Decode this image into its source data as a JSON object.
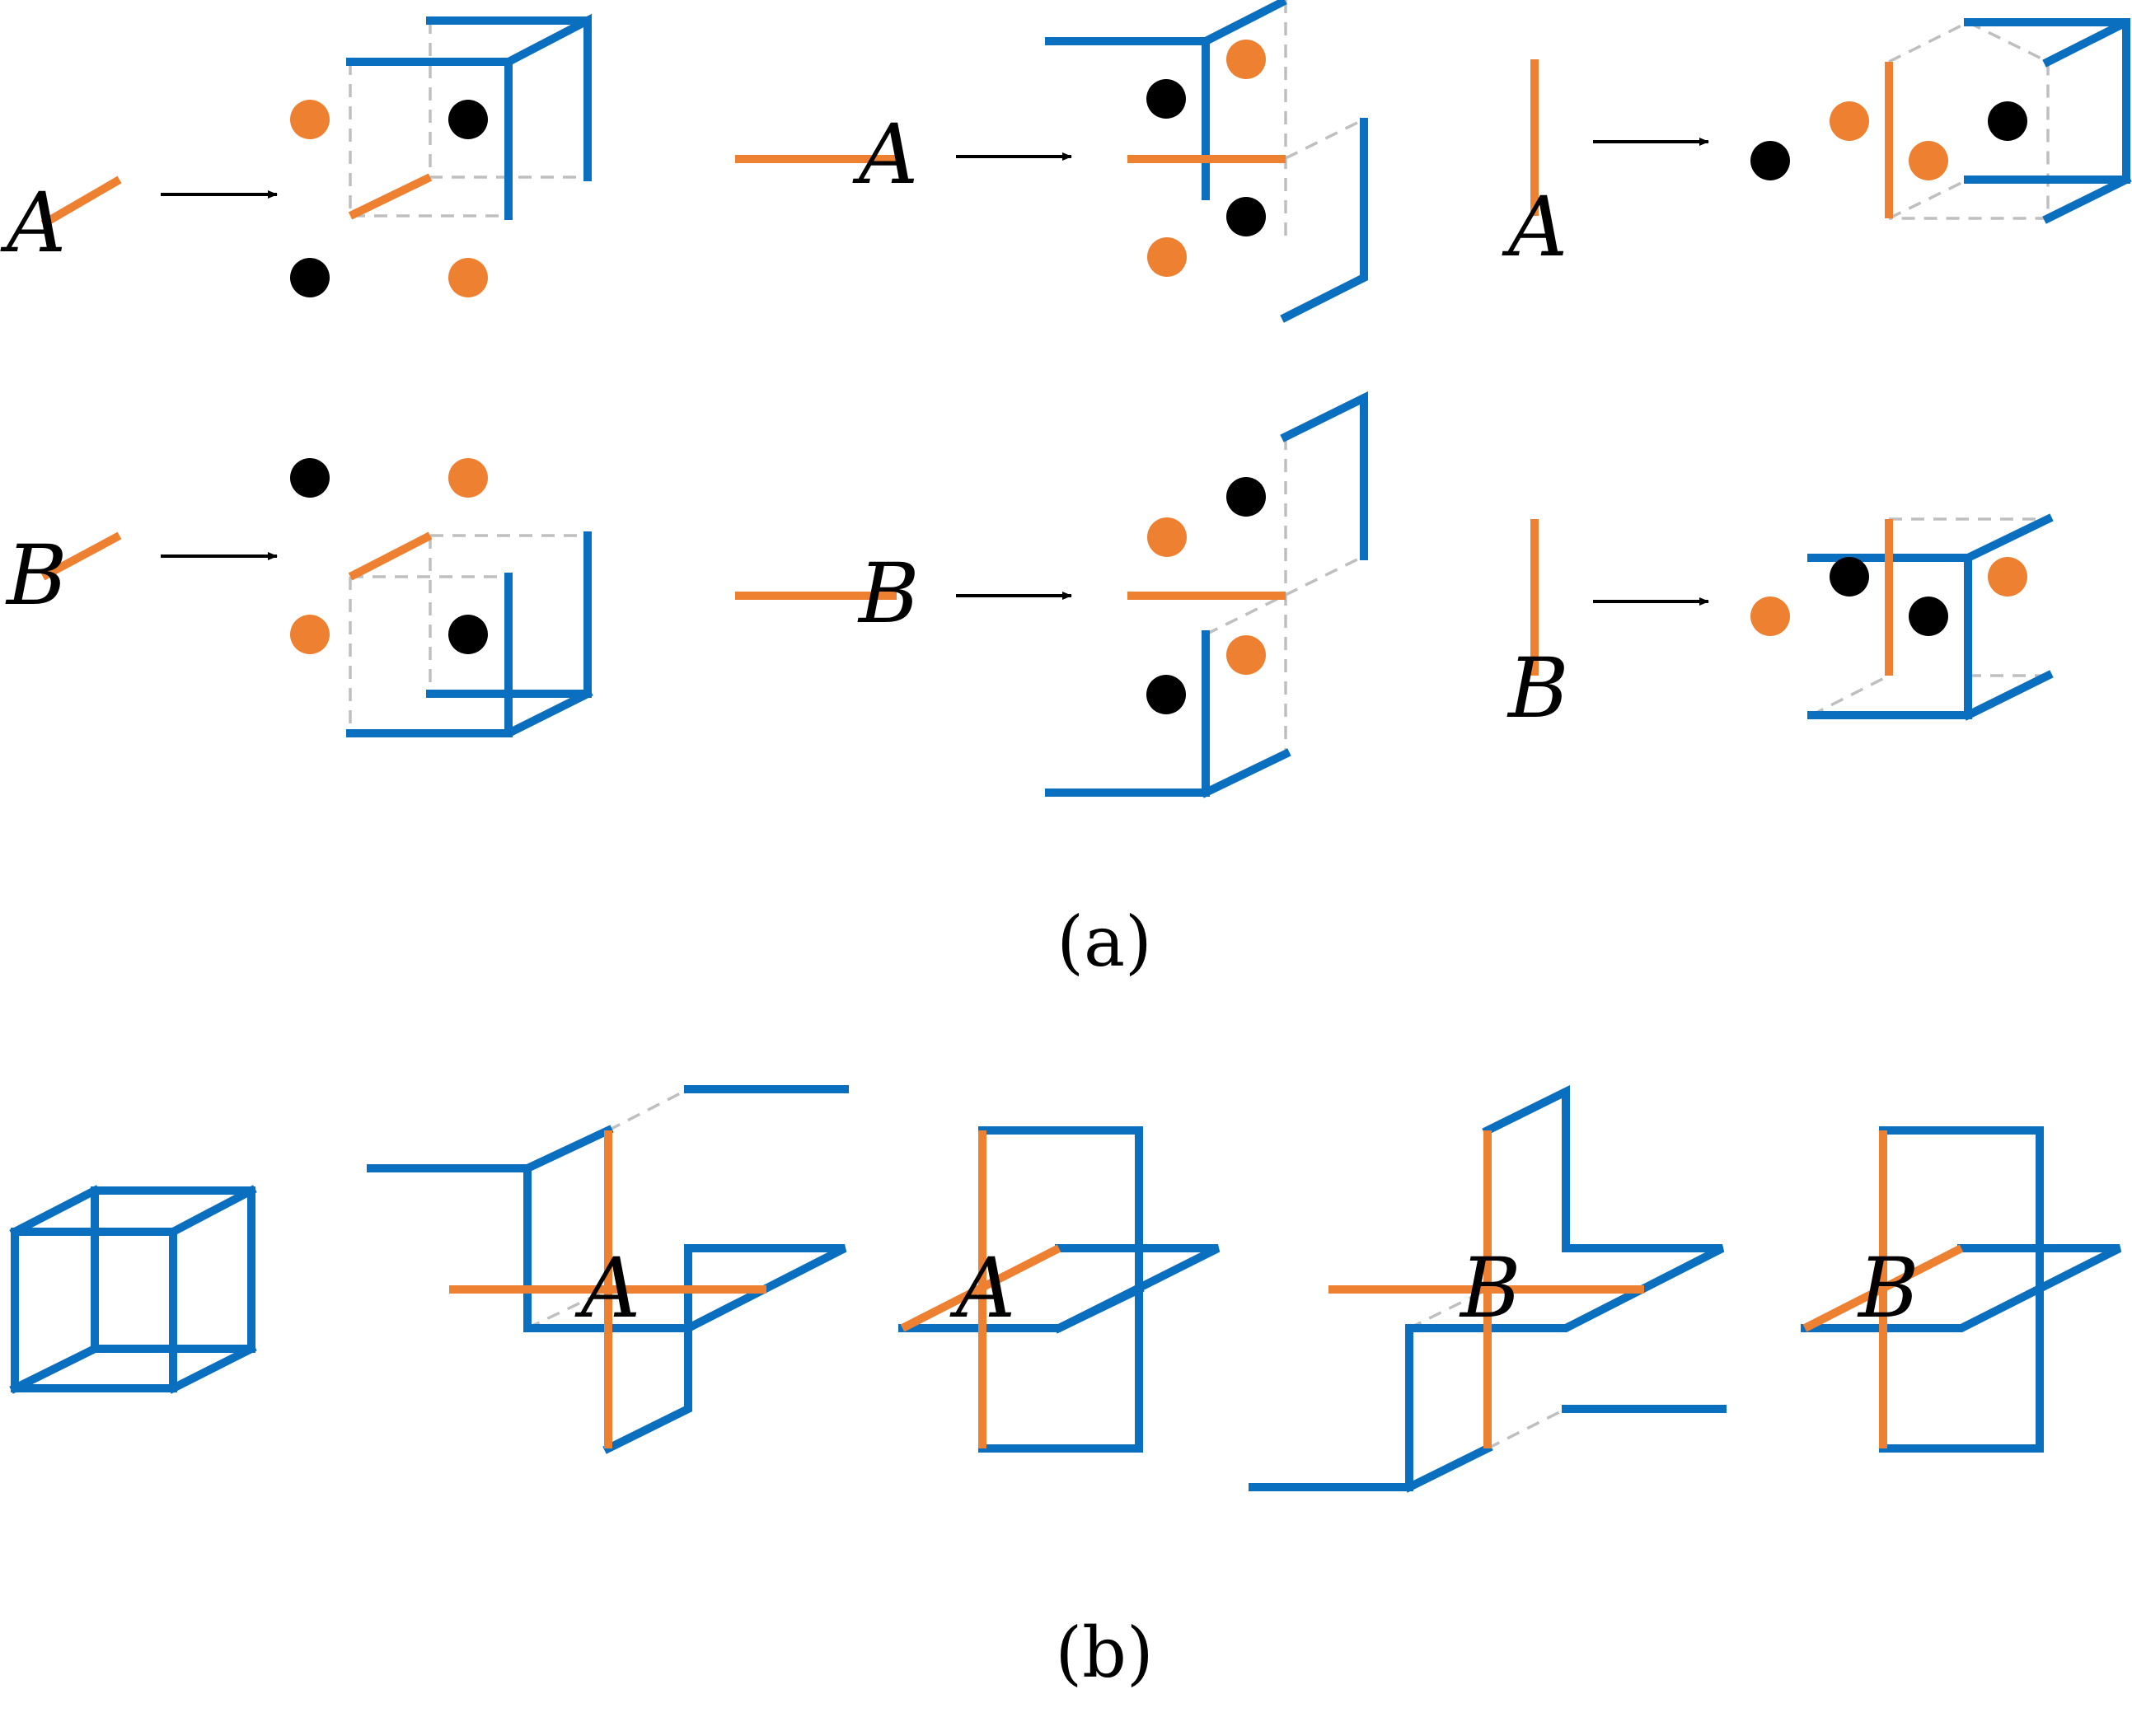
{
  "figure": {
    "caption_a": "(a)",
    "caption_b": "(b)"
  },
  "labels": {
    "a1": "A",
    "a2": "A",
    "a3": "A",
    "b1": "B",
    "b2": "B",
    "b3": "B",
    "pa1": "A",
    "pa2": "A",
    "pb1": "B",
    "pb2": "B"
  },
  "colors": {
    "blue": "#0a6fbe",
    "orange": "#ee8032",
    "dash": "#bfbfbf",
    "dot": "#000000"
  }
}
